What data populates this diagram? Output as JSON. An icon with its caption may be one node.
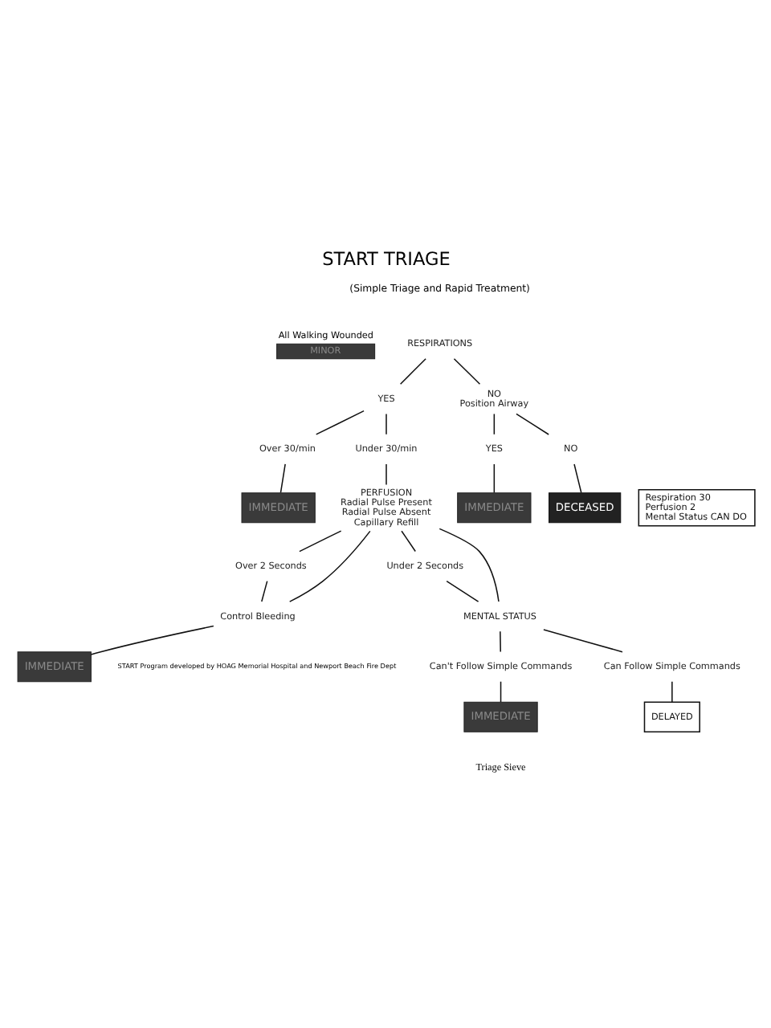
{
  "diagram": {
    "title": "START TRIAGE",
    "caption": "Triage Sieve",
    "nodes": [
      {
        "text": [
          "All Walking Wounded",
          "MINOR"
        ]
      },
      {
        "text": [
          "RESPIRATIONS"
        ]
      },
      {
        "text": [
          "YES"
        ]
      },
      {
        "text": [
          "NO",
          "Position Airway"
        ]
      },
      {
        "text": [
          "Over 30/min"
        ]
      },
      {
        "text": [
          "Under 30/min"
        ]
      },
      {
        "text": [
          "YES"
        ]
      },
      {
        "text": [
          "NO"
        ]
      },
      {
        "text": [
          "IMMEDIATE"
        ]
      },
      {
        "text": [
          "IMMEDIATE"
        ]
      },
      {
        "text": [
          "DECEASED"
        ]
      },
      {
        "text": [
          "PERFUSION",
          "Radial Pulse Present",
          "Radial Pulse Absent",
          "Capillary Refill"
        ]
      },
      {
        "text": [
          "Respiration 30",
          "Perfusion 2",
          "Mental Status CAN DO"
        ]
      },
      {
        "text": [
          "Over 2 Seconds"
        ]
      },
      {
        "text": [
          "Under 2 Seconds"
        ]
      },
      {
        "text": [
          "Control Bleeding"
        ]
      },
      {
        "text": [
          "MENTAL STATUS"
        ]
      },
      {
        "text": [
          "IMMEDIATE"
        ]
      },
      {
        "text": [
          "Can't Follow Simple Commands"
        ]
      },
      {
        "text": [
          "Can Follow Simple Commands"
        ]
      },
      {
        "text": [
          "IMMEDIATE"
        ]
      },
      {
        "text": [
          "DELAYED"
        ]
      }
    ],
    "edges": [
      {
        "from": 1,
        "to": 2,
        "arrow": "none"
      },
      {
        "from": 1,
        "to": 3,
        "arrow": "none"
      },
      {
        "from": 2,
        "to": 4,
        "arrow": "none"
      },
      {
        "from": 2,
        "to": 5,
        "arrow": "none"
      },
      {
        "from": 3,
        "to": 6,
        "arrow": "none"
      },
      {
        "from": 3,
        "to": 7,
        "arrow": "none"
      },
      {
        "from": 4,
        "to": 8,
        "arrow": "none"
      },
      {
        "from": 6,
        "to": 9,
        "arrow": "none"
      },
      {
        "from": 7,
        "to": 10,
        "arrow": "none"
      },
      {
        "from": 5,
        "to": 11,
        "arrow": "none"
      },
      {
        "from": 11,
        "to": 15,
        "arrow": "none"
      },
      {
        "from": 11,
        "to": 13,
        "arrow": "none"
      },
      {
        "from": 11,
        "to": 14,
        "arrow": "none"
      },
      {
        "from": 11,
        "to": 16,
        "arrow": "none"
      },
      {
        "from": 13,
        "to": 15,
        "arrow": "none"
      },
      {
        "from": 14,
        "to": 16,
        "arrow": "none"
      },
      {
        "from": 15,
        "to": 17,
        "arrow": "none"
      },
      {
        "from": 16,
        "to": 18,
        "arrow": "none"
      },
      {
        "from": 16,
        "to": 19,
        "arrow": "none"
      },
      {
        "from": 18,
        "to": 20,
        "arrow": "none"
      },
      {
        "from": 19,
        "to": 21,
        "arrow": "none"
      }
    ],
    "labels": [
      "(Simple Triage and Rapid Treatment)",
      "START Program developed by HOAG Memorial Hospital and Newport Beach Fire Dept"
    ]
  }
}
